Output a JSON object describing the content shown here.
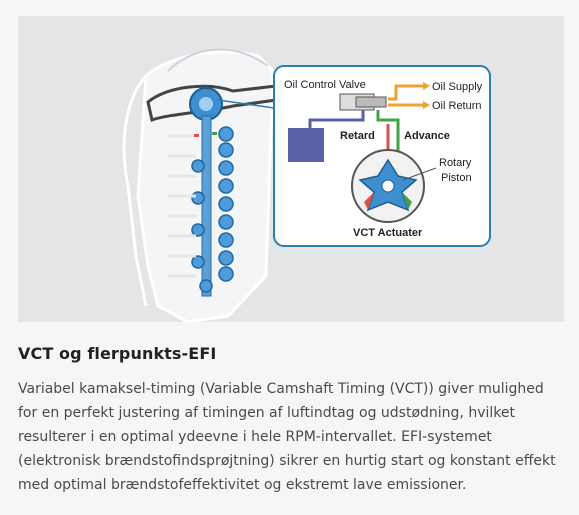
{
  "figure": {
    "labels": {
      "oil_control_valve": "Oil Control Valve",
      "oil_supply": "Oil Supply",
      "oil_return": "Oil Return",
      "retard": "Retard",
      "advance": "Advance",
      "rotary": "Rotary",
      "piston": "Piston",
      "vct_actuater": "VCT Actuater"
    },
    "colors": {
      "background": "#e3e5e7",
      "engine_outline": "#ffffff",
      "cam_blue": "#3e8fd0",
      "oil_supply": "#f2a12e",
      "retard": "#5a5fa8",
      "advance": "#3fa24a",
      "callout_border": "#2a7fb0",
      "rotor_red": "#d9534f"
    }
  },
  "caption": {
    "title": "VCT og flerpunkts-EFI",
    "body": "Variabel kamaksel-timing (Variable Camshaft Timing (VCT)) giver mulighed for en perfekt justering af timingen af luftindtag og udstødning, hvilket resulterer i en optimal ydeevne i hele RPM-intervallet. EFI-systemet (elektronisk brændstofindsprøjtning) sikrer en hurtig start og konstant effekt med optimal brændstofeffektivitet og ekstremt lave emissioner."
  }
}
